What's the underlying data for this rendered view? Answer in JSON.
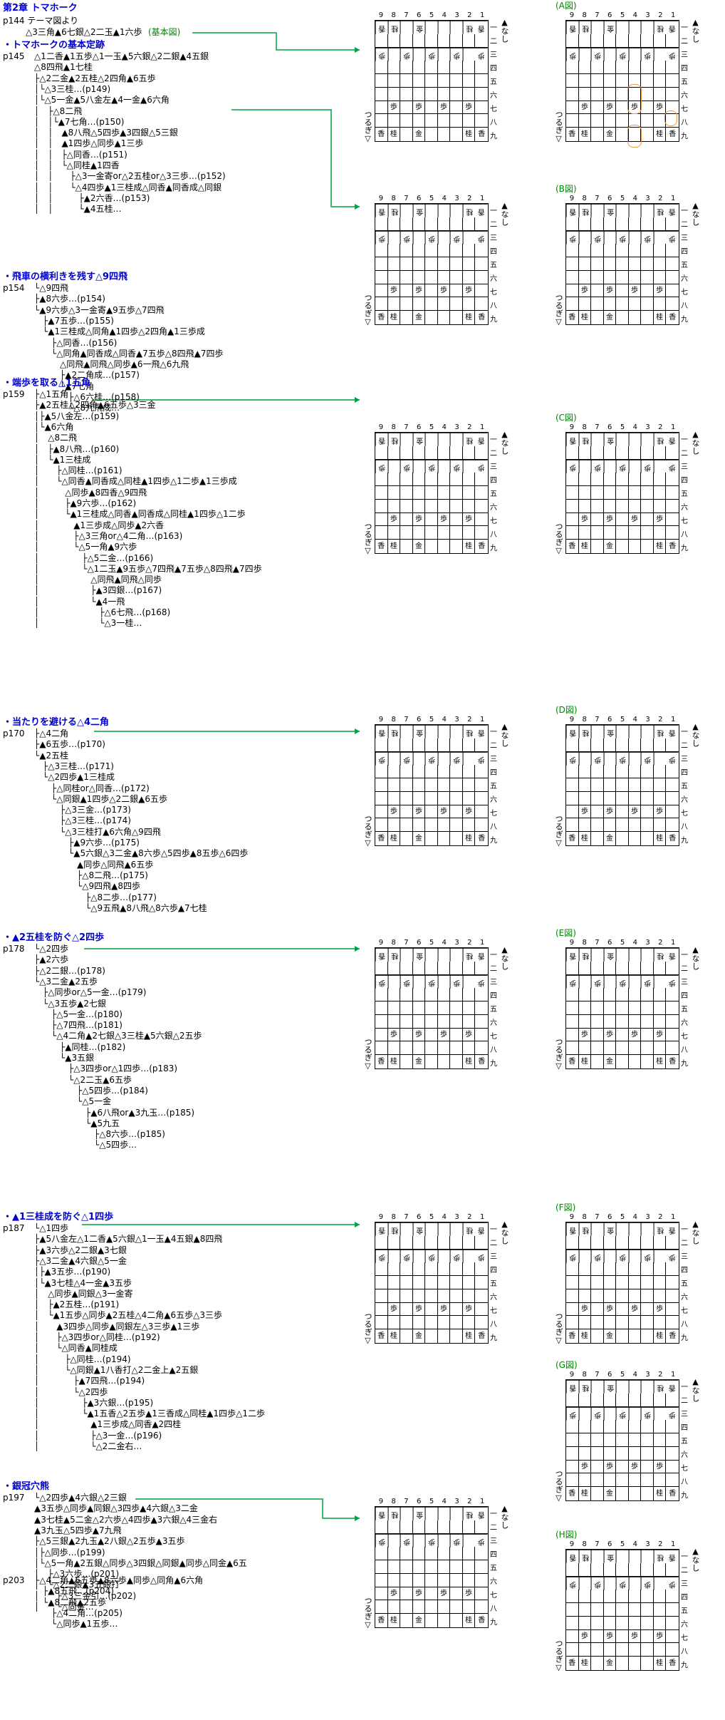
{
  "document": {
    "chapter": "第2章 トマホーク",
    "page_ref": "p144 テーマ図より",
    "intro_move": "△3三角▲6七銀△2二玉▲1六歩",
    "intro_label": "(基本図)",
    "sections": [
      {
        "title": "・トマホークの基本定跡",
        "page": "p145",
        "lines": [
          "△1二香▲1五歩△1一玉▲5六銀△2二銀▲4五銀",
          "△8四飛▲1七桂",
          "├△2二金▲2五桂△2四角▲6五歩",
          "│└△3三桂…(p149)",
          "│└△5一金▲5八金左▲4一金▲6六角",
          "│　├△8二飛",
          "│　│└▲7七角…(p150)",
          "│　│　▲8八飛△5四歩▲3四銀△5三銀",
          "│　│　▲1四歩△同歩▲1三歩",
          "│　│　├△同香…(p151)",
          "│　│　└△同桂▲1四香",
          "│　│　　├△3一金寄or△2五桂or△3三歩…(p152)",
          "│　│　　└△4四歩▲1三桂成△同香▲同香成△同銀",
          "│　│　　　├▲2六香…(p153)",
          "│　│　　　└▲4五桂…"
        ]
      },
      {
        "title": "・飛車の横利きを残す△9四飛",
        "page": "p154",
        "lines": [
          "└△9四飛",
          "├▲8六歩…(p154)",
          "└▲9六歩△3一金寄▲9五歩△7四飛",
          "　├▲7五歩…(p155)",
          "　└▲1三桂成△同角▲1四歩△2四角▲1三歩成",
          "　　├△同香…(p156)",
          "　　└△同角▲同香成△同香▲7五歩△8四飛▲7四歩",
          "　　　△同飛▲同飛△同歩▲6一飛△6九飛",
          "　　　├▲2二角成…(p157)",
          "　　　└▲7七角",
          "　　　　├△6六桂…(p158)",
          "　　　　└△8九飛成…"
        ]
      },
      {
        "title": "・端歩を取る△1五角",
        "page": "p159",
        "lines": [
          "├△1五角",
          "├▲2五桂△2四角▲6五歩△3三金",
          "│├▲5八金左…(p159)",
          "│└▲6六角",
          "│　△8二飛",
          "│　├▲8八飛…(p160)",
          "│　└▲1三桂成",
          "│　　├△同桂…(p161)",
          "│　　└△同香▲同香成△同桂▲1四歩△1二歩▲1三歩成",
          "│　　　△同歩▲8四香△9四飛",
          "│　　　├▲9六歩…(p162)",
          "│　　　└▲1三桂成△同香▲同香成△同桂▲1四歩△1二歩",
          "│　　　　▲1三歩成△同歩▲2六香",
          "│　　　　├△3三角or△4二角…(p163)",
          "│　　　　└△5一角▲9六歩",
          "│　　　　　├△5二金…(p166)",
          "│　　　　　└△1二玉▲9五歩△7四飛▲7五歩△8四飛▲7四歩",
          "│　　　　　　△同飛▲同飛△同歩",
          "│　　　　　　├▲3四銀…(p167)",
          "│　　　　　　└▲4一飛",
          "│　　　　　　　├△6七飛…(p168)",
          "│　　　　　　　└△3一桂…"
        ]
      },
      {
        "title": "・当たりを避ける△4二角",
        "page": "p170",
        "lines": [
          "├△4二角",
          "├▲6五歩…(p170)",
          "└▲2五桂",
          "　├△3三桂…(p171)",
          "　└△2四歩▲1三桂成",
          "　　├△同桂or△同香…(p172)",
          "　　└△同銀▲1四歩△2二銀▲6五歩",
          "　　　├△3三金…(p173)",
          "　　　├△3三桂…(p174)",
          "　　　└△3三桂打▲6六角△9四飛",
          "　　　　├▲9六歩…(p175)",
          "　　　　└▲5六銀△3二金▲8六歩△5四歩▲8五歩△6四歩",
          "　　　　　▲同歩△同飛▲6五歩",
          "　　　　　├△8二飛…(p175)",
          "　　　　　└△9四飛▲8四歩",
          "　　　　　　├△8二歩…(p177)",
          "　　　　　　└△9五飛▲8八飛△8六歩▲7七桂"
        ]
      },
      {
        "title": "・▲2五桂を防ぐ△2四歩",
        "page": "p178",
        "lines": [
          "└△2四歩",
          "├▲2六歩",
          "├△2二銀…(p178)",
          "└△3二金▲2五歩",
          "　├△同歩or△5一金…(p179)",
          "　└△3五歩▲2七銀",
          "　　├△5一金…(p180)",
          "　　├△7四飛…(p181)",
          "　　└△4二角▲2七銀△3三桂▲5六銀△2五歩",
          "　　　├▲同桂…(p182)",
          "　　　└▲3五銀",
          "　　　　├△3四歩or△1四歩…(p183)",
          "　　　　└△2二玉▲6五歩",
          "　　　　　├△5四歩…(p184)",
          "　　　　　└△5一金",
          "　　　　　　├▲6八飛or▲3九玉…(p185)",
          "　　　　　　└▲5九五",
          "　　　　　　　├△8六歩…(p185)",
          "　　　　　　　└△5四歩…"
        ]
      },
      {
        "title": "・▲1三桂成を防ぐ△1四歩",
        "page": "p187",
        "lines": [
          "└△1四歩",
          "├▲5八金左△1二香▲5六銀△1一玉▲4五銀▲8四飛",
          "├▲3六歩△2二銀▲3七銀",
          "├△3二金▲4六銀△5一金",
          "│├▲3五歩…(p190)",
          "│└▲3七桂△4一金▲3五歩",
          "│　△同歩▲同銀△3一金寄",
          "│　├▲2五桂…(p191)",
          "│　└▲1五歩△同歩▲2五桂△4二角▲6五歩△3三歩",
          "│　　▲3四歩△同歩▲同銀左△3三歩▲1三歩",
          "│　　├△3四歩or△同桂…(p192)",
          "│　　└△同香▲同桂成",
          "│　　　├△同桂…(p194)",
          "│　　　└△同銀▲1八香打△2二金上▲2五銀",
          "│　　　　├▲7四飛…(p194)",
          "│　　　　└△2四歩",
          "│　　　　　├▲3六銀…(p195)",
          "│　　　　　└▲1五香△2五歩▲1三香成△同桂▲1四歩△1二歩",
          "│　　　　　　▲1三歩成△同香▲2四桂",
          "│　　　　　　├△3一金…(p196)",
          "│　　　　　　└△2二金右…"
        ]
      },
      {
        "title": "・銀冠穴熊",
        "page": "p197",
        "lines": [
          "└△2四歩▲4六銀△2三銀",
          "▲3五歩△同歩▲同銀△3四歩▲4六銀△3二金",
          "▲3七桂▲5二金△2六歩△4四歩▲3六銀△4三金右",
          "▲3九玉△5四歩▲7九飛",
          "├△5三銀▲2九玉▲2八銀△2五歩▲3五歩",
          "│├△同歩…(p199)",
          "│└△5一角▲2五銀△同歩△3四銀△同銀▲同歩△同金▲6五",
          "│　├△3六歩…(p201)",
          "│　└△2二銀▲3五銀打",
          "│　　├△3三金引…(p202)",
          "│　　└△同金…"
        ]
      },
      {
        "title": "",
        "page": "p203",
        "lines": [
          "└△4二角▲6五歩▲8六歩▲同歩△同角▲6六角",
          "　├▲8五飛…(p204)",
          "　└▲8二飛▲2五歩",
          "　　├△4二角…(p205)",
          "　　└△同歩▲1五歩…"
        ]
      }
    ]
  },
  "boards": {
    "cols": [
      "9",
      "8",
      "7",
      "6",
      "5",
      "4",
      "3",
      "2",
      "1"
    ],
    "rows": [
      "一",
      "二",
      "三",
      "四",
      "五",
      "六",
      "七",
      "八",
      "九"
    ],
    "hand_gote": "なし",
    "hand_sente": "つるぎ",
    "labels": [
      "(A図)",
      "(B図)",
      "(C図)",
      "(D図)",
      "(E図)",
      "(F図)",
      "(G図)",
      "(H図)"
    ]
  }
}
